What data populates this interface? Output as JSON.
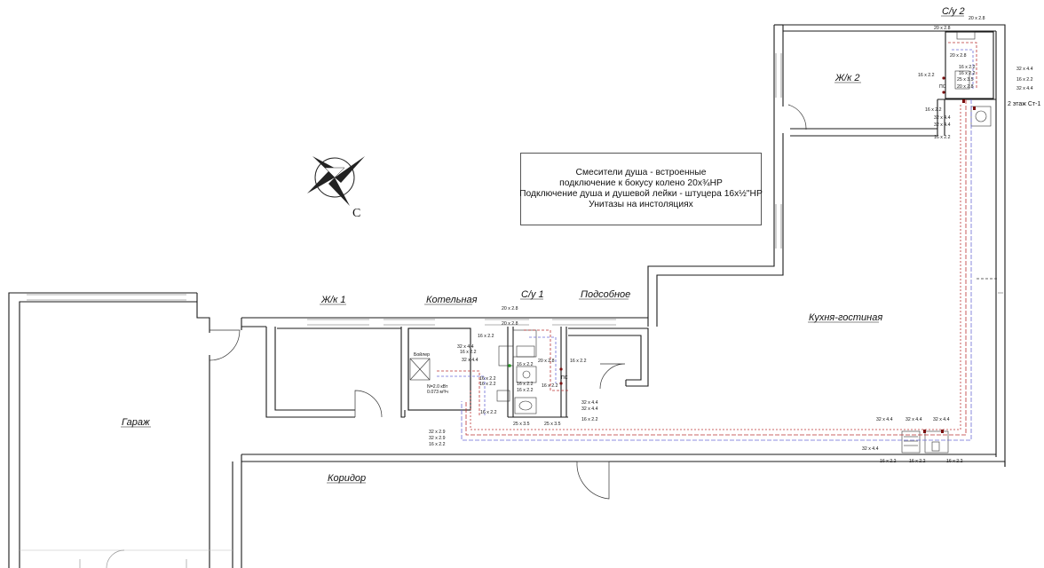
{
  "rooms": {
    "su2": "С/у 2",
    "zhk2": "Ж/к 2",
    "zhk1": "Ж/к 1",
    "kotelnaya": "Котельная",
    "su1": "С/у 1",
    "podsobnoe": "Подсобное",
    "kuhnya": "Кухня-гостиная",
    "garazh": "Гараж",
    "koridor": "Коридор"
  },
  "compass": {
    "north_letter": "С"
  },
  "notes": [
    "Смесители душа - встроенные",
    "подключение к бокусу колено 20х¾НР",
    "Подключение душа и душевой лейки - штуцера 16х½\"НР",
    "Унитазы на инстоляциях"
  ],
  "labels": {
    "floor2_riser": "2 этаж Ст-1",
    "boiler": "Бойлер",
    "boiler_power": "N=2.0 кВт",
    "boiler_flow": "0.073 м³/ч",
    "pc1": "ПС",
    "pc2": "ПС"
  },
  "dims": [
    "20 x 2.8",
    "20 x 2.8",
    "20 x 2.8",
    "16 x 2.2",
    "16 x 2.2",
    "16 x 2.2",
    "25 x 3.5",
    "20 x 2.8",
    "32 x 4.4",
    "16 x 2.2",
    "32 x 4.4",
    "16 x 2.2",
    "32 x 4.4",
    "32 x 4.4",
    "16 x 2.2",
    "20 x 2.8",
    "20 x 2.8",
    "16 x 2.2",
    "32 x 4.4",
    "16 x 2.2",
    "32 x 4.4",
    "16 x 2.2",
    "16 x 2.2",
    "20 x 2.8",
    "16 x 2.2",
    "16 x 2.2",
    "16 x 2.2",
    "16 x 2.2",
    "16 x 2.2",
    "16 x 2.2",
    "32 x 4.4",
    "32 x 4.4",
    "16 x 2.2",
    "25 x 3.5",
    "25 x 3.5",
    "32 x 2.9",
    "32 x 2.9",
    "16 x 2.2",
    "32 x 4.4",
    "32 x 4.4",
    "32 x 4.4",
    "32 x 4.4",
    "16 x 2.2",
    "16 x 2.2",
    "16 x 2.2"
  ]
}
